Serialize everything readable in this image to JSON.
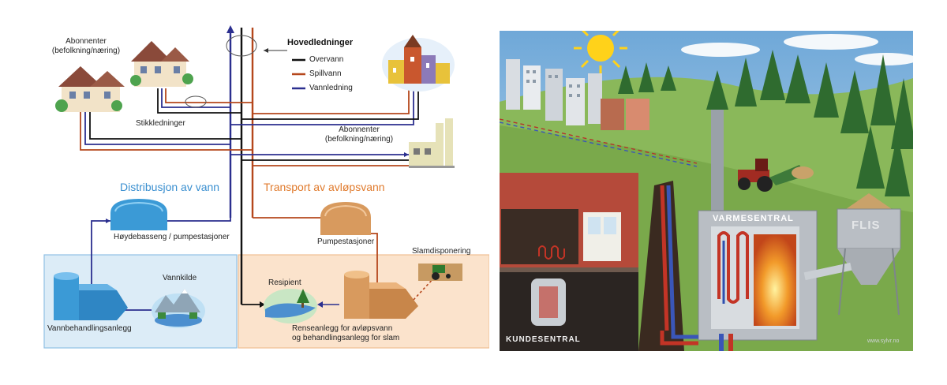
{
  "water_diagram": {
    "legend": {
      "title": "Hovedledninger",
      "items": [
        {
          "label": "Overvann",
          "color": "#111111"
        },
        {
          "label": "Spillvann",
          "color": "#b5471c"
        },
        {
          "label": "Vannledning",
          "color": "#2b2f8f"
        }
      ]
    },
    "labels": {
      "subscribers_top": "Abonnenter\n(befolkning/næring)",
      "service_lines": "Stikkledninger",
      "subscribers_right": "Abonnenter\n(befolkning/næring)",
      "distribution_title": "Distribusjon av vann",
      "transport_title": "Transport av avløpsvann",
      "reservoir": "Høydebasseng / pumpestasjoner",
      "pump_stations": "Pumpestasjoner",
      "sludge_disposal": "Slamdisponering",
      "water_source": "Vannkilde",
      "recipient": "Resipient",
      "treatment_plant": "Vannbehandlingsanlegg",
      "wastewater_plant": "Renseanlegg for avløpsvann\nog behandlingsanlegg for slam"
    },
    "colors": {
      "overvann": "#111111",
      "spillvann": "#b5471c",
      "vannledning": "#2b2f8f",
      "distribution_box": "#dcecf7",
      "transport_box": "#fbe3cc",
      "blue_tank": "#3b9ad6",
      "orange_tank": "#d89a5e"
    }
  },
  "heating_photo": {
    "labels": {
      "central": "VARMESENTRAL",
      "chips": "FLIS",
      "customer": "KUNDESENTRAL",
      "credit": "www.sylvr.no"
    }
  }
}
